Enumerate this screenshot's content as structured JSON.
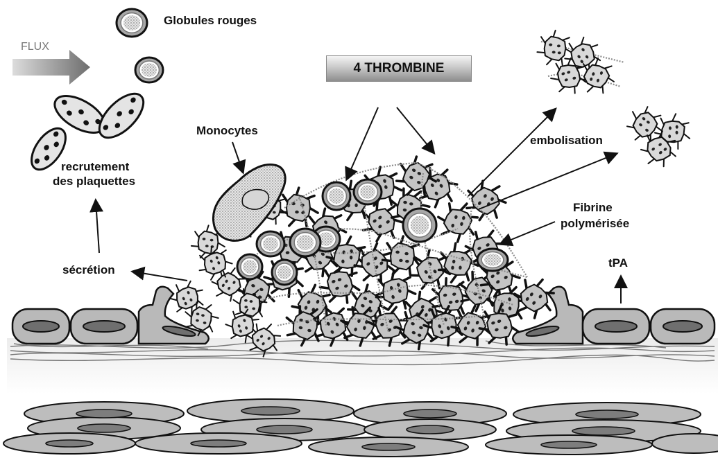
{
  "labels": {
    "globules_rouges": "Globules rouges",
    "flux": "FLUX",
    "thrombine": "4 THROMBINE",
    "monocytes": "Monocytes",
    "recrutement": "recrutement",
    "des_plaquettes": "des plaquettes",
    "secretion": "sécrétion",
    "embolisation": "embolisation",
    "fibrine": "Fibrine",
    "polymerisee": "polymérisée",
    "tpa": "tPA"
  },
  "colors": {
    "outline": "#111111",
    "cell_gray": "#b8b8b8",
    "nucleus_gray": "#7a7a7a",
    "platelet_light": "#d6d6d6",
    "stipple": "#9a9a9a"
  },
  "icons": [
    "flux-arrow-icon",
    "red-blood-cell-icon",
    "platelet-icon",
    "monocyte-icon",
    "endothelial-cell-icon",
    "smooth-muscle-cell-icon"
  ]
}
